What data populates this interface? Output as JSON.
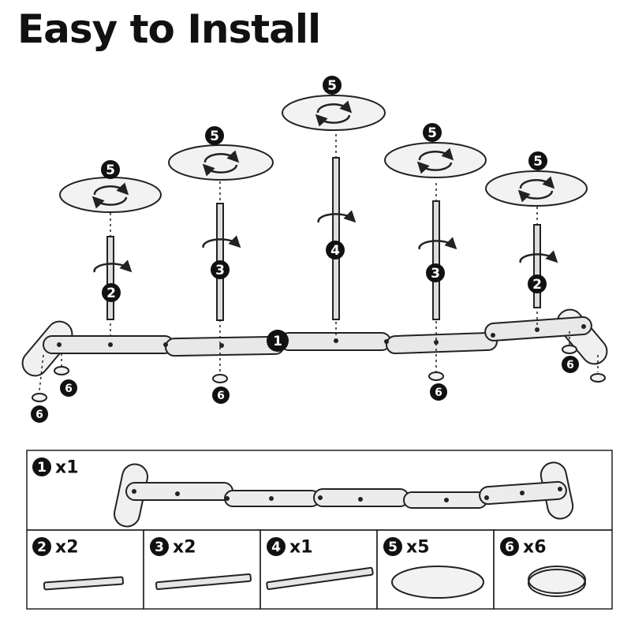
{
  "title": "Easy to Install",
  "assembly_labels": {
    "base": "1",
    "rod_a": "2",
    "rod_b": "3",
    "rod_c": "4",
    "plate": "5",
    "pad": "6"
  },
  "parts": [
    {
      "id": "1",
      "qty": "x1"
    },
    {
      "id": "2",
      "qty": "x2"
    },
    {
      "id": "3",
      "qty": "x2"
    },
    {
      "id": "4",
      "qty": "x1"
    },
    {
      "id": "5",
      "qty": "x5"
    },
    {
      "id": "6",
      "qty": "x6"
    }
  ],
  "colors": {
    "stroke": "#222222",
    "plate_fill": "#f2f2f2",
    "part_fill": "#e6e6e6",
    "badge": "#111111"
  }
}
